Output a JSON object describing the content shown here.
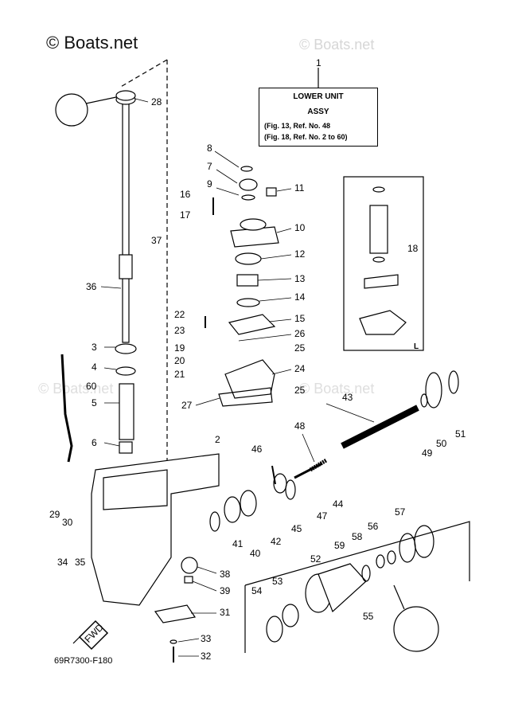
{
  "watermark": {
    "main": "© Boats.net",
    "ghost": "© Boats.net"
  },
  "title_box": {
    "line1": "LOWER UNIT",
    "line2": "ASSY",
    "note1": "(Fig. 13, Ref. No. 48",
    "note2": "(Fig. 18, Ref. No. 2 to 60)"
  },
  "figure_code": "69R7300-F180",
  "inset_letter": "L",
  "fwd_label": "FWD",
  "labels": {
    "n1": "1",
    "n2": "2",
    "n3": "3",
    "n4": "4",
    "n5": "5",
    "n6": "6",
    "n7": "7",
    "n8": "8",
    "n9": "9",
    "n10": "10",
    "n11": "11",
    "n12": "12",
    "n13": "13",
    "n14": "14",
    "n15": "15",
    "n16": "16",
    "n17": "17",
    "n18": "18",
    "n19": "19",
    "n20": "20",
    "n21": "21",
    "n22": "22",
    "n23": "23",
    "n24": "24",
    "n25": "25",
    "n26": "26",
    "n27": "27",
    "n28": "28",
    "n29": "29",
    "n30": "30",
    "n31": "31",
    "n32": "32",
    "n33": "33",
    "n34": "34",
    "n35": "35",
    "n36": "36",
    "n37": "37",
    "n38": "38",
    "n39": "39",
    "n40": "40",
    "n41": "41",
    "n42": "42",
    "n43": "43",
    "n44": "44",
    "n45": "45",
    "n46": "46",
    "n47": "47",
    "n48": "48",
    "n49": "49",
    "n50": "50",
    "n51": "51",
    "n52": "52",
    "n53": "53",
    "n54": "54",
    "n55": "55",
    "n56": "56",
    "n57": "57",
    "n58": "58",
    "n59": "59",
    "n60": "60"
  }
}
